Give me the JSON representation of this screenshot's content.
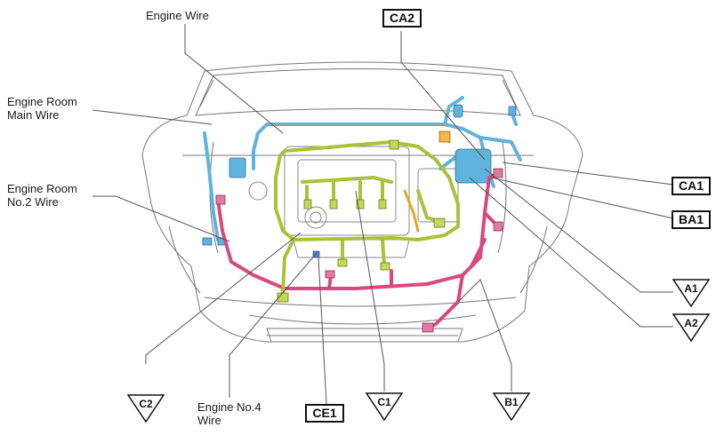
{
  "labels": {
    "engine_wire": "Engine Wire",
    "engine_room_main_1": "Engine Room",
    "engine_room_main_2": "Main Wire",
    "engine_room_no2_1": "Engine Room",
    "engine_room_no2_2": "No.2 Wire",
    "engine_no4_1": "Engine No.4",
    "engine_no4_2": "Wire"
  },
  "box_connectors": {
    "ca2": "CA2",
    "ca1": "CA1",
    "ba1": "BA1",
    "ce1": "CE1"
  },
  "triangle_connectors": {
    "a1": "A1",
    "a2": "A2",
    "c2": "C2",
    "c1": "C1",
    "b1": "B1"
  },
  "colors": {
    "engine_wire": "#a9c23a",
    "engine_room_main_wire": "#5fb4dd",
    "engine_room_no2_wire": "#d9487e",
    "accent_orange": "#e7a32a",
    "line": "#555555"
  }
}
